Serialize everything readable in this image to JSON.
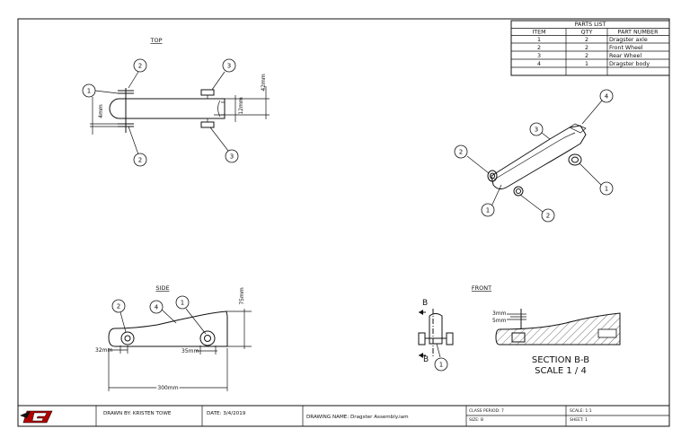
{
  "views": {
    "top": "TOP",
    "side": "SIDE",
    "front": "FRONT",
    "section_title": "SECTION B-B",
    "section_scale": "SCALE 1 / 4",
    "section_marker": "B"
  },
  "parts_list": {
    "title": "PARTS LIST",
    "headers": [
      "ITEM",
      "QTY",
      "PART NUMBER"
    ],
    "rows": [
      {
        "item": "1",
        "qty": "2",
        "part": "Dragster axle"
      },
      {
        "item": "2",
        "qty": "2",
        "part": "Front Wheel"
      },
      {
        "item": "3",
        "qty": "2",
        "part": "Rear Wheel"
      },
      {
        "item": "4",
        "qty": "1",
        "part": "Dragster body"
      }
    ]
  },
  "balloons": {
    "b1": "1",
    "b2": "2",
    "b3": "3",
    "b4": "4"
  },
  "dimensions": {
    "top_4": "4mm",
    "top_12": "12mm",
    "top_42": "42mm",
    "side_75": "75mm",
    "side_32": "32mm",
    "side_35": "35mm",
    "side_300": "300mm",
    "front_3": "3mm",
    "front_5": "5mm"
  },
  "title_block": {
    "drawn_by": "DRAWN BY: KRISTEN TOWE",
    "date": "DATE: 3/4/2019",
    "drawing_name": "DRAWING NAME: Dragster Assembly.iam",
    "class_period": "CLASS PERIOD: 7",
    "size": "SIZE: B",
    "scale": "SCALE: 1:1",
    "sheet": "SHEET: 1"
  }
}
